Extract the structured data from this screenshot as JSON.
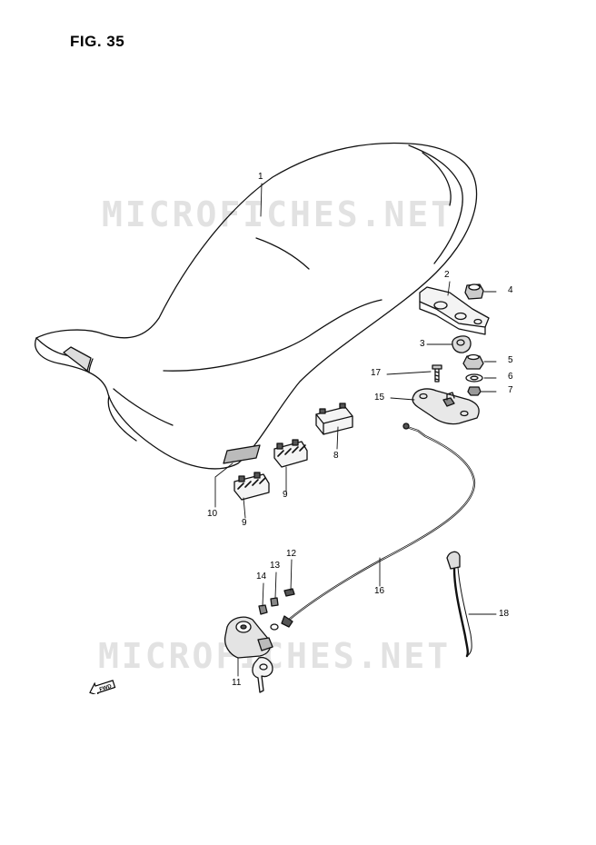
{
  "figure": {
    "title": "FIG. 35",
    "watermark": "MICROFICHES.NET",
    "fwd_label": "FWD"
  },
  "callouts": [
    {
      "id": "1",
      "label": "1"
    },
    {
      "id": "2",
      "label": "2"
    },
    {
      "id": "3",
      "label": "3"
    },
    {
      "id": "4",
      "label": "4"
    },
    {
      "id": "5",
      "label": "5"
    },
    {
      "id": "6",
      "label": "6"
    },
    {
      "id": "7",
      "label": "7"
    },
    {
      "id": "8",
      "label": "8"
    },
    {
      "id": "9a",
      "label": "9"
    },
    {
      "id": "9b",
      "label": "9"
    },
    {
      "id": "10",
      "label": "10"
    },
    {
      "id": "11",
      "label": "11"
    },
    {
      "id": "12",
      "label": "12"
    },
    {
      "id": "13",
      "label": "13"
    },
    {
      "id": "14",
      "label": "14"
    },
    {
      "id": "15",
      "label": "15"
    },
    {
      "id": "16",
      "label": "16"
    },
    {
      "id": "17",
      "label": "17"
    },
    {
      "id": "18",
      "label": "18"
    }
  ]
}
